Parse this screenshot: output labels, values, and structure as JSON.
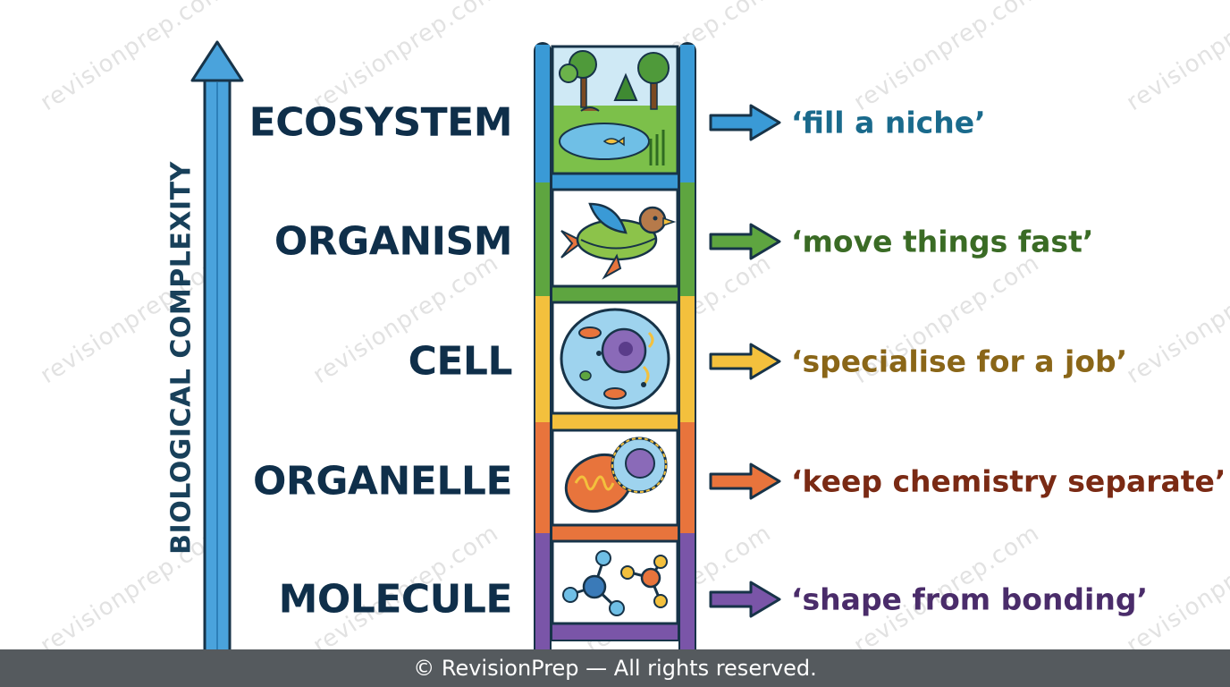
{
  "axis_label": "BIOLOGICAL COMPLEXITY",
  "levels": [
    {
      "name": "ECOSYSTEM",
      "phrase": "‘fill a niche’",
      "color": "#1a6a8c",
      "arrow_color": "#3a9ad6",
      "rail_color": "#3a9ad6",
      "icon": "ecosystem-icon"
    },
    {
      "name": "ORGANISM",
      "phrase": "‘move things fast’",
      "color": "#3a6b25",
      "arrow_color": "#5ea540",
      "rail_color": "#5ea540",
      "icon": "bird-fish-organism-icon"
    },
    {
      "name": "CELL",
      "phrase": "‘specialise for a job’",
      "color": "#8a6618",
      "arrow_color": "#f3c03d",
      "rail_color": "#f3c03d",
      "icon": "cell-icon"
    },
    {
      "name": "ORGANELLE",
      "phrase": "‘keep chemistry separate’",
      "color": "#7a2a14",
      "arrow_color": "#e8743c",
      "rail_color": "#e8743c",
      "icon": "organelle-icon"
    },
    {
      "name": "MOLECULE",
      "phrase": "‘shape from bonding’",
      "color": "#4a2c6a",
      "arrow_color": "#7a55a8",
      "rail_color": "#7a55a8",
      "icon": "molecule-icon"
    }
  ],
  "watermark_text": "revisionprep.com",
  "footer": "© RevisionPrep — All rights reserved.",
  "colors": {
    "axis_arrow": "#4aa3dc",
    "outline": "#173348",
    "title_text": "#0f2f4a"
  }
}
